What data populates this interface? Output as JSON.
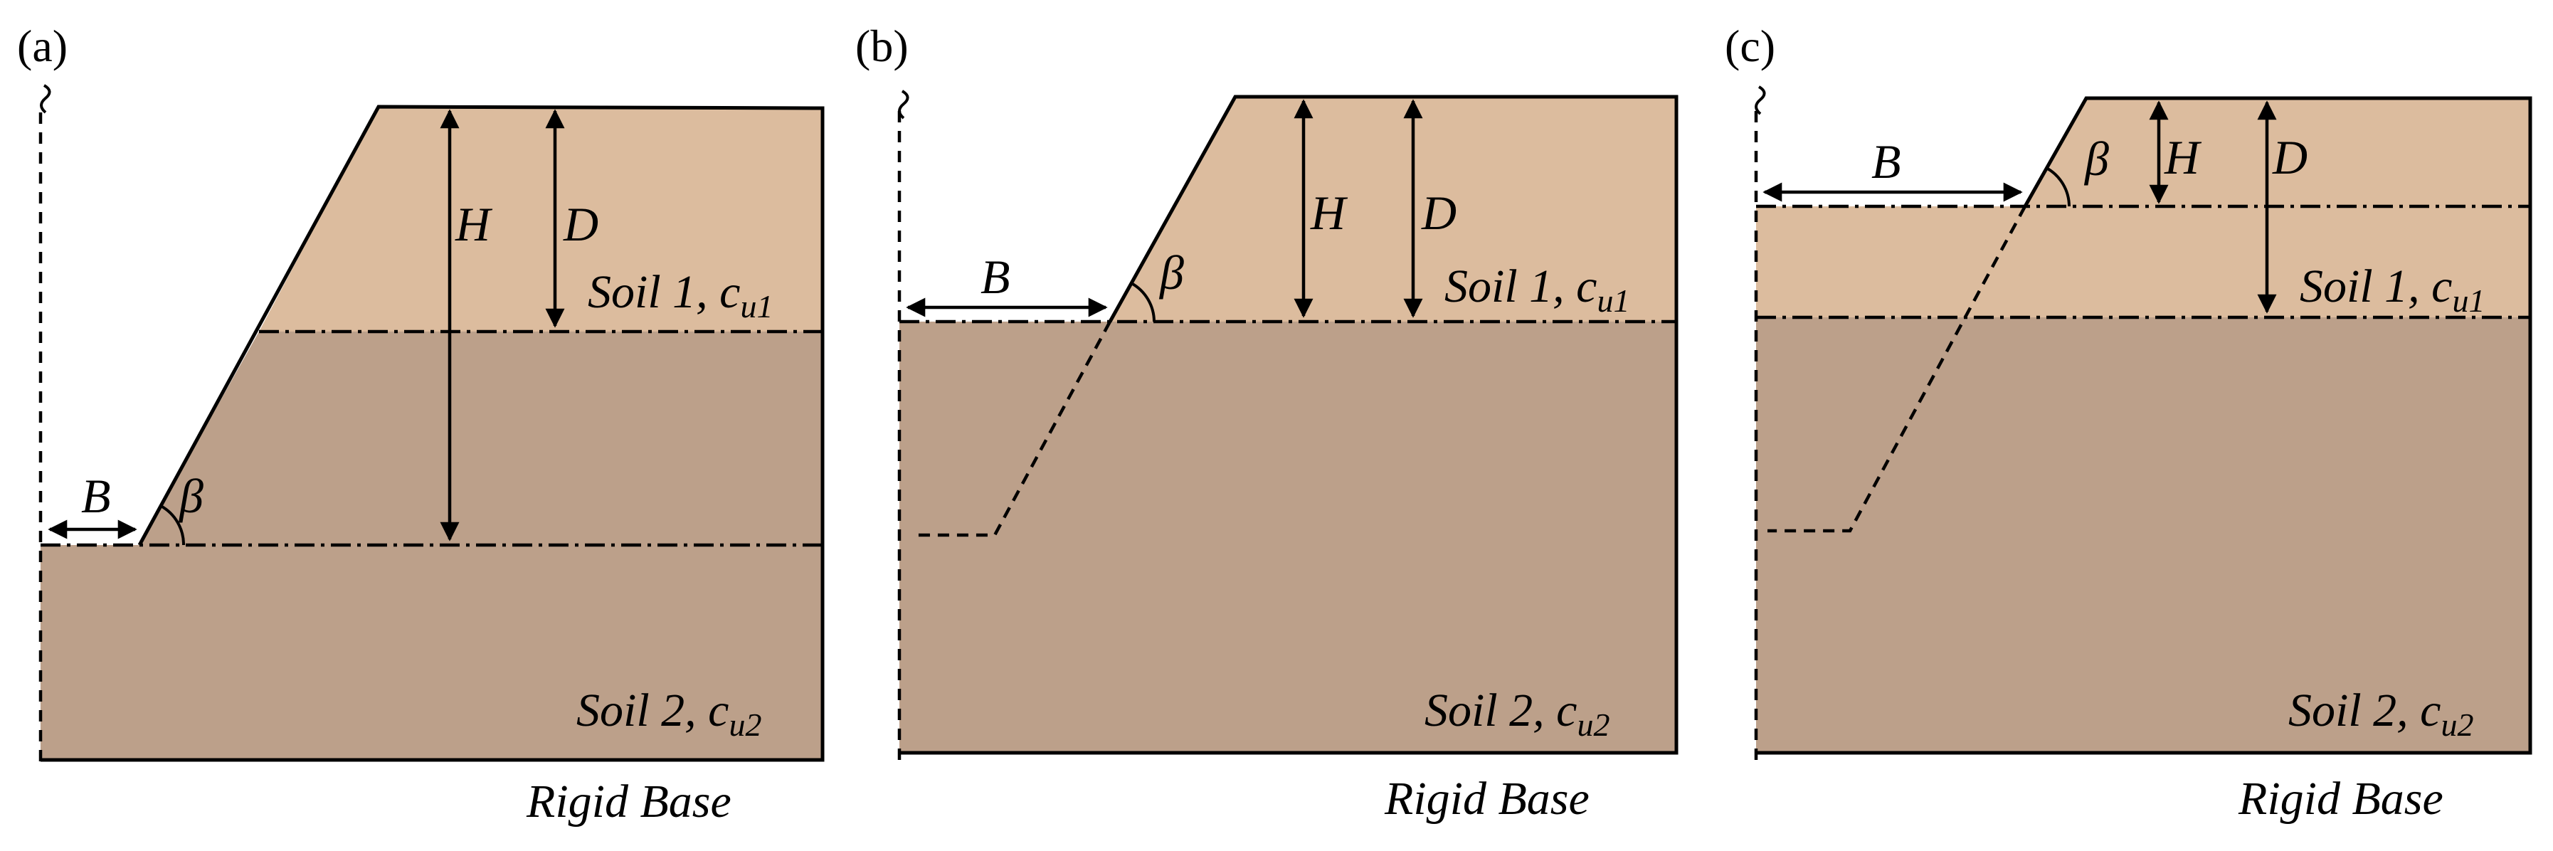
{
  "colors": {
    "soil1": "#dcbc9e",
    "soil2": "#bca08a",
    "line": "#000000",
    "background": "#ffffff"
  },
  "icons": {
    "axis_symbol": "rotation-axis-icon",
    "dimension_arrow": "double-headed-arrow"
  },
  "panels": [
    {
      "label": "(a)",
      "dim_B": "B",
      "angle": "β",
      "dim_H": "H",
      "dim_D": "D",
      "soil1": {
        "name": "Soil 1, c",
        "sub": "u1"
      },
      "soil2": {
        "name": "Soil 2, c",
        "sub": "u2"
      },
      "base": "Rigid Base"
    },
    {
      "label": "(b)",
      "dim_B": "B",
      "angle": "β",
      "dim_H": "H",
      "dim_D": "D",
      "soil1": {
        "name": "Soil 1, c",
        "sub": "u1"
      },
      "soil2": {
        "name": "Soil 2, c",
        "sub": "u2"
      },
      "base": "Rigid Base"
    },
    {
      "label": "(c)",
      "dim_B": "B",
      "angle": "β",
      "dim_H": "H",
      "dim_D": "D",
      "soil1": {
        "name": "Soil 1, c",
        "sub": "u1"
      },
      "soil2": {
        "name": "Soil 2, c",
        "sub": "u2"
      },
      "base": "Rigid Base"
    }
  ]
}
